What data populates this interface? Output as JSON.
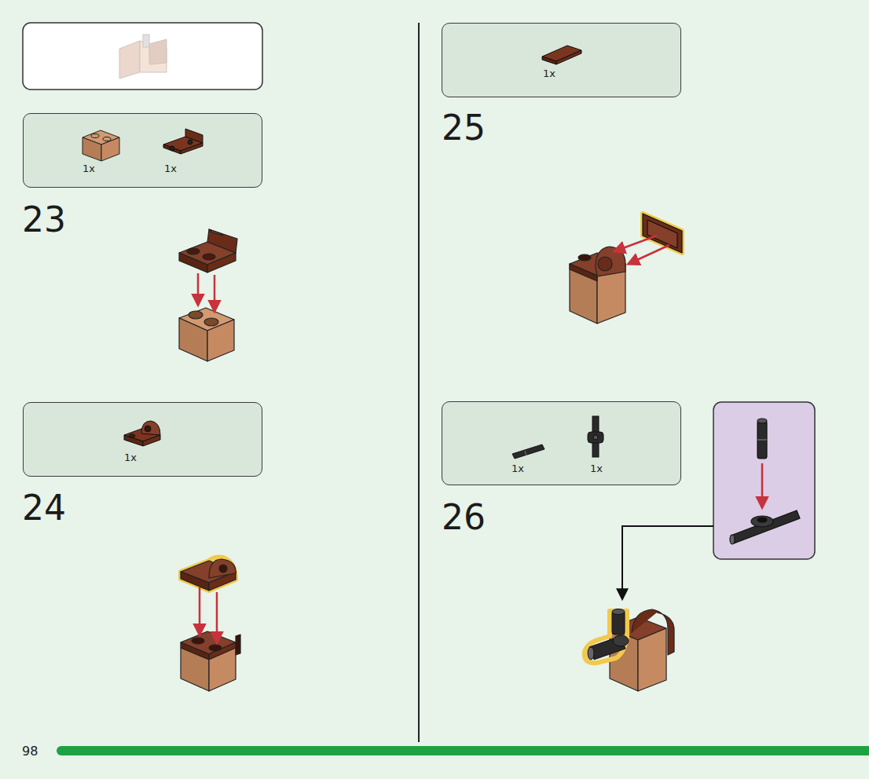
{
  "diagram": {
    "nodes": [
      {
        "text": [
          "1x",
          "1x"
        ]
      },
      {
        "text": [
          "1x"
        ]
      },
      {
        "text": [
          "1x"
        ]
      },
      {
        "text": [
          "1x",
          "1x"
        ]
      }
    ],
    "edges": [],
    "labels": [
      "23",
      "24",
      "25",
      "26",
      "98"
    ]
  }
}
